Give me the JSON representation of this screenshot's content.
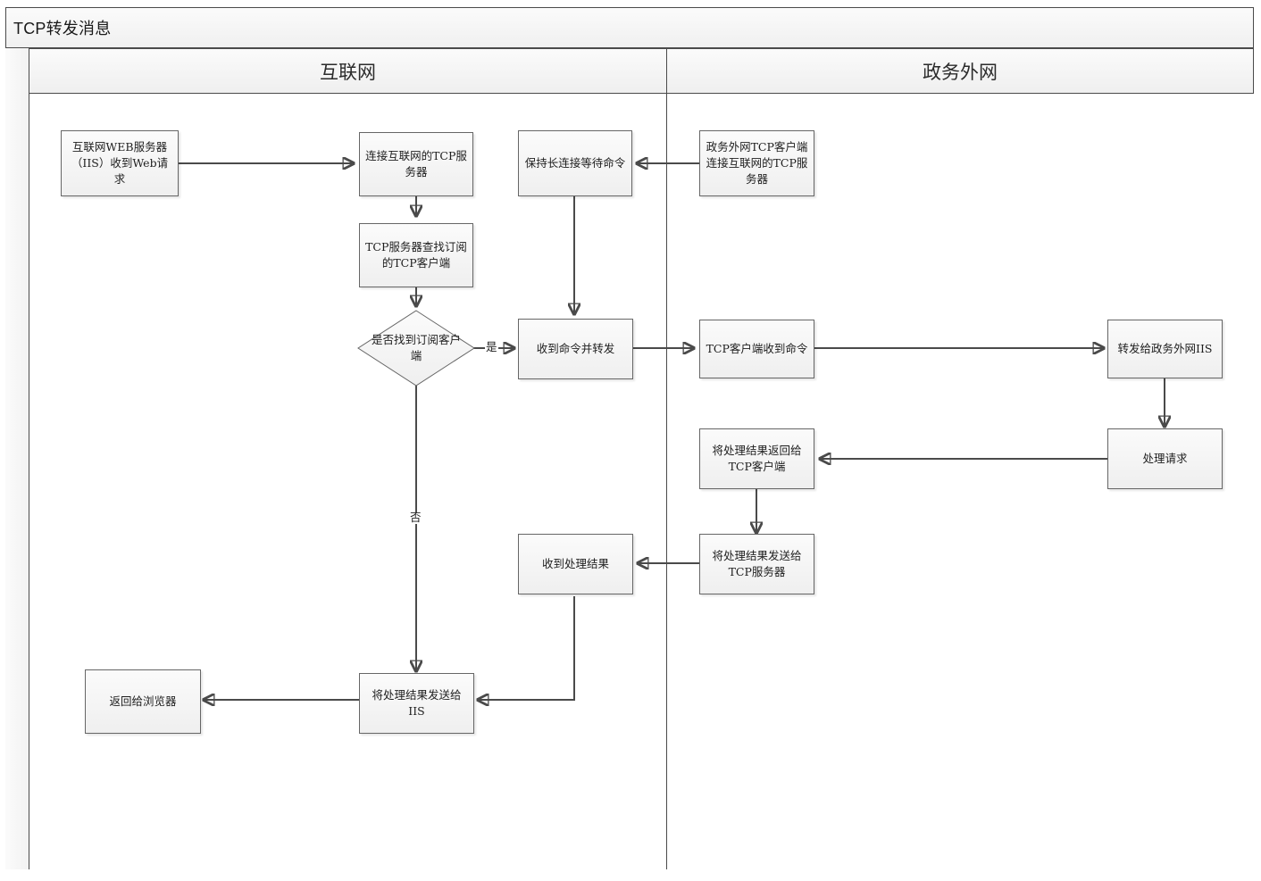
{
  "diagram": {
    "title": "TCP转发消息",
    "type": "flowchart",
    "lanes": [
      {
        "id": "lane-internet",
        "label": "互联网"
      },
      {
        "id": "lane-extranet",
        "label": "政务外网"
      }
    ],
    "nodes": [
      {
        "id": "n1",
        "lane": "lane-internet",
        "shape": "process",
        "label": "互联网WEB服务器（IIS）收到Web请求"
      },
      {
        "id": "n2",
        "lane": "lane-internet",
        "shape": "process",
        "label": "连接互联网的TCP服务器"
      },
      {
        "id": "n3",
        "lane": "lane-internet",
        "shape": "process",
        "label": "TCP服务器查找订阅的TCP客户端"
      },
      {
        "id": "n4",
        "lane": "lane-internet",
        "shape": "decision",
        "label": "是否找到订阅客户端"
      },
      {
        "id": "n5",
        "lane": "lane-internet",
        "shape": "process",
        "label": "保持长连接等待命令"
      },
      {
        "id": "n6",
        "lane": "lane-internet",
        "shape": "process",
        "label": "收到命令并转发"
      },
      {
        "id": "n7",
        "lane": "lane-extranet",
        "shape": "process",
        "label": "政务外网TCP客户端连接互联网的TCP服务器"
      },
      {
        "id": "n8",
        "lane": "lane-extranet",
        "shape": "process",
        "label": "TCP客户端收到命令"
      },
      {
        "id": "n9",
        "lane": "lane-extranet",
        "shape": "process",
        "label": "转发给政务外网IIS"
      },
      {
        "id": "n10",
        "lane": "lane-extranet",
        "shape": "process",
        "label": "处理请求"
      },
      {
        "id": "n11",
        "lane": "lane-extranet",
        "shape": "process",
        "label": "将处理结果返回给TCP客户端"
      },
      {
        "id": "n12",
        "lane": "lane-extranet",
        "shape": "process",
        "label": "将处理结果发送给TCP服务器"
      },
      {
        "id": "n13",
        "lane": "lane-internet",
        "shape": "process",
        "label": "收到处理结果"
      },
      {
        "id": "n14",
        "lane": "lane-internet",
        "shape": "process",
        "label": "将处理结果发送给IIS"
      },
      {
        "id": "n15",
        "lane": "lane-internet",
        "shape": "process",
        "label": "返回给浏览器"
      }
    ],
    "edge_labels": {
      "yes": "是",
      "no": "否"
    }
  }
}
